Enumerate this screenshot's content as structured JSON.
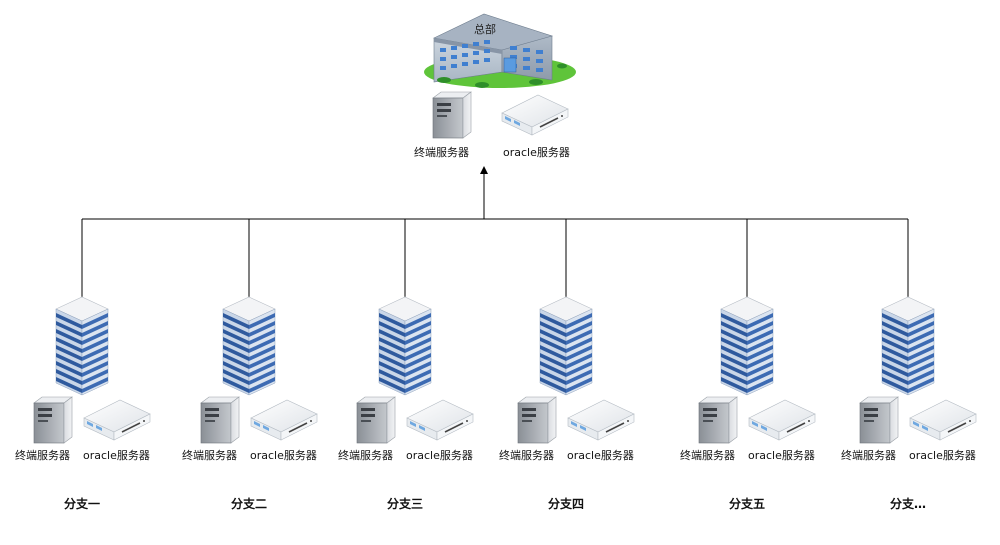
{
  "headquarters": {
    "title": "总部",
    "terminal_server_label": "终端服务器",
    "oracle_server_label": "oracle服务器"
  },
  "branches": [
    {
      "name": "分支一",
      "terminal_server_label": "终端服务器",
      "oracle_server_label": "oracle服务器"
    },
    {
      "name": "分支二",
      "terminal_server_label": "终端服务器",
      "oracle_server_label": "oracle服务器"
    },
    {
      "name": "分支三",
      "terminal_server_label": "终端服务器",
      "oracle_server_label": "oracle服务器"
    },
    {
      "name": "分支四",
      "terminal_server_label": "终端服务器",
      "oracle_server_label": "oracle服务器"
    },
    {
      "name": "分支五",
      "terminal_server_label": "终端服务器",
      "oracle_server_label": "oracle服务器"
    },
    {
      "name": "分支…",
      "terminal_server_label": "终端服务器",
      "oracle_server_label": "oracle服务器"
    }
  ],
  "colors": {
    "line": "#000000",
    "tower_stripe": "#2f5a9e",
    "tower_band": "#c9d6e8",
    "lawn": "#5fc43a"
  },
  "icons": {
    "headquarters": "office-building-icon",
    "branch_tower": "server-tower-icon",
    "terminal_server": "terminal-server-icon",
    "oracle_server": "rack-server-icon"
  }
}
